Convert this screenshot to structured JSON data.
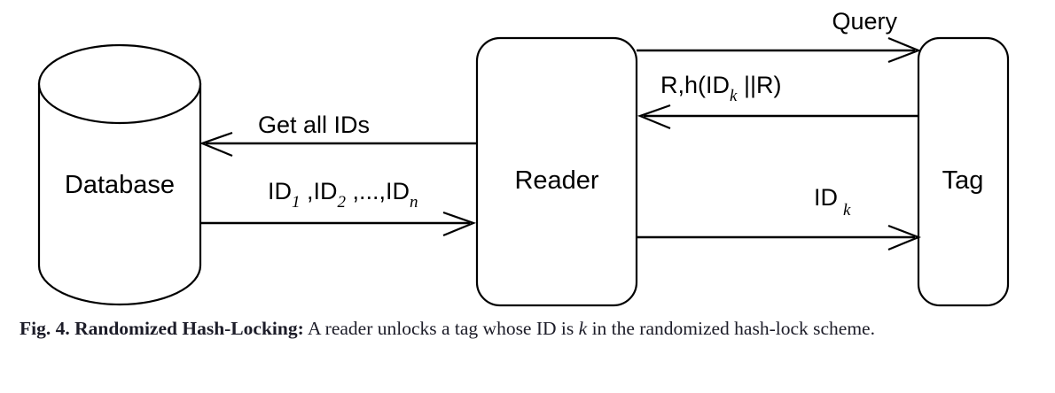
{
  "figure": {
    "nodes": [
      {
        "id": "database",
        "label": "Database",
        "shape": "cylinder"
      },
      {
        "id": "reader",
        "label": "Reader",
        "shape": "rounded-rect"
      },
      {
        "id": "tag",
        "label": "Tag",
        "shape": "rounded-rect"
      }
    ],
    "messages": [
      {
        "id": "get-all-ids",
        "label": "Get all IDs",
        "from": "reader",
        "to": "database",
        "direction": "left"
      },
      {
        "id": "id-list",
        "label_main_1": "ID",
        "label_sub_1": "1",
        "label_sep_1": " ,",
        "label_main_2": "ID",
        "label_sub_2": "2",
        "label_sep_2": " ,...,",
        "label_main_3": "ID",
        "label_sub_3": "n",
        "label_plain": "ID1 ,ID2 ,...,IDn",
        "from": "database",
        "to": "reader",
        "direction": "right"
      },
      {
        "id": "query",
        "label": "Query",
        "from": "reader",
        "to": "tag",
        "direction": "right"
      },
      {
        "id": "random-hash",
        "label_main": "R,h(ID",
        "label_sub": "k",
        "label_tail": " ||R)",
        "label_plain": "R,h(IDk ||R)",
        "from": "tag",
        "to": "reader",
        "direction": "left"
      },
      {
        "id": "id-k",
        "label_main": "ID",
        "label_sub": "k",
        "label_plain": "IDk",
        "from": "reader",
        "to": "tag",
        "direction": "right"
      }
    ],
    "colors": {
      "stroke": "#000000",
      "fill": "#ffffff",
      "caption_text": "#1c1c28"
    }
  },
  "caption": {
    "figure_number": "Fig. 4.",
    "title": "Randomized Hash-Locking:",
    "body_before": " A reader unlocks a tag whose ID is ",
    "italic_symbol": "k",
    "body_after": " in the randomized hash-lock scheme.",
    "full_text": "Fig. 4. Randomized Hash-Locking: A reader unlocks a tag whose ID is k in the randomized hash-lock scheme."
  }
}
